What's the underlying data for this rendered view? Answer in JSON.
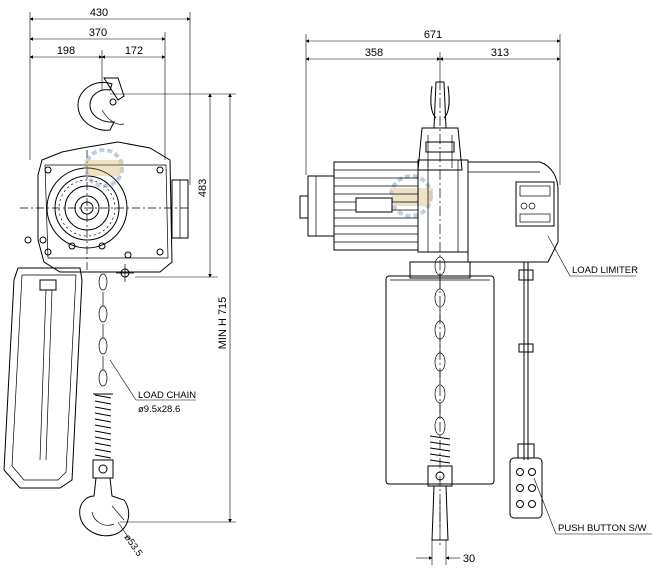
{
  "dimensions": {
    "overall_width_left": "430",
    "width_370": "370",
    "width_198": "198",
    "width_172": "172",
    "height_483": "483",
    "min_height": "MIN H 715",
    "overall_width_right": "671",
    "width_358": "358",
    "width_313": "313",
    "hook_dia": "ø53.5",
    "hook_width": "30"
  },
  "labels": {
    "load_chain": "LOAD CHAIN",
    "chain_size": "ø9.5x28.6",
    "load_limiter": "LOAD LIMITER",
    "push_button": "PUSH BUTTON S/W"
  },
  "colors": {
    "line": "#000000",
    "watermark": "#8aa6c8",
    "watermark_gold": "#c9a650"
  }
}
